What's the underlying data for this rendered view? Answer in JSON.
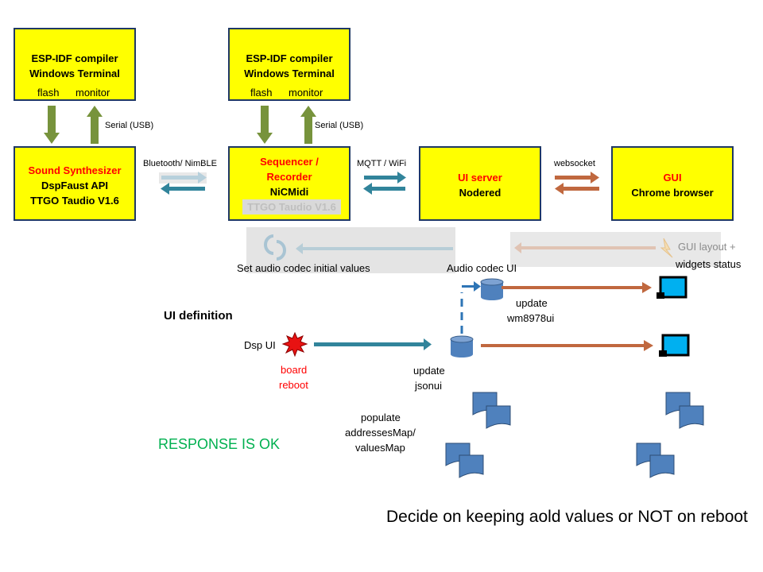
{
  "boxes": {
    "esp1": {
      "line1": "ESP-IDF compiler",
      "line2": "Windows Terminal",
      "flash": "flash",
      "monitor": "monitor"
    },
    "esp2": {
      "line1": "ESP-IDF compiler",
      "line2": "Windows Terminal",
      "flash": "flash",
      "monitor": "monitor"
    },
    "synth": {
      "title": "Sound Synthesizer",
      "line2": "DspFaust API",
      "line3": "TTGO Taudio V1.6"
    },
    "seq": {
      "title": "Sequencer /",
      "title2": "Recorder",
      "line3": "NiCMidi",
      "line4": "TTGO Taudio V1.6"
    },
    "uiserver": {
      "title": "UI server",
      "line2": "Nodered"
    },
    "gui": {
      "title": "GUI",
      "line2": "Chrome browser"
    }
  },
  "labels": {
    "serial1": "Serial (USB)",
    "serial2": "Serial (USB)",
    "bluetooth": "Bluetooth/ NimBLE",
    "mqtt": "MQTT / WiFi",
    "websocket": "websocket",
    "set_codec": "Set audio codec initial values",
    "audio_codec_ui": "Audio codec UI",
    "gui_layout_1": "GUI layout +",
    "gui_layout_2": "widgets status",
    "ui_definition": "UI definition",
    "dsp_ui": "Dsp UI",
    "board_reboot_1": "board",
    "board_reboot_2": "reboot",
    "update_wm_1": "update",
    "update_wm_2": "wm8978ui",
    "update_json_1": "update",
    "update_json_2": "jsonui",
    "populate_1": "populate",
    "populate_2": "addressesMap/",
    "populate_3": "valuesMap",
    "response_ok": "RESPONSE IS OK",
    "decide": "Decide on keeping aold values or NOT on reboot"
  },
  "colors": {
    "box_fill": "#ffff00",
    "box_border": "#1f3864",
    "red_text": "#ff0000",
    "green_arrow": "#77933c",
    "blue_arrow": "#31849b",
    "orange_arrow": "#c0504d",
    "response_green": "#00b050"
  }
}
